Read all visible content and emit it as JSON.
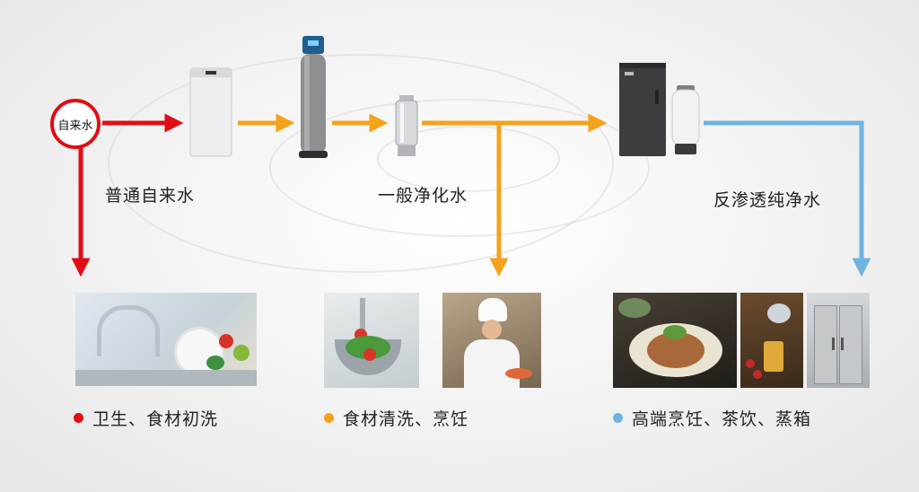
{
  "source": {
    "label": "自来水"
  },
  "stages": [
    {
      "label": "普通自来水"
    },
    {
      "label": "一般净化水"
    },
    {
      "label": "反渗透纯净水"
    }
  ],
  "uses": [
    {
      "label": "卫生、食材初洗",
      "color": "#e10d14"
    },
    {
      "label": "食材清洗、烹饪",
      "color": "#f5a21b"
    },
    {
      "label": "高端烹饪、茶饮、蒸箱",
      "color": "#6fb3e0"
    }
  ],
  "colors": {
    "red": "#e10d14",
    "orange": "#f5a21b",
    "blue": "#6fb3e0"
  }
}
